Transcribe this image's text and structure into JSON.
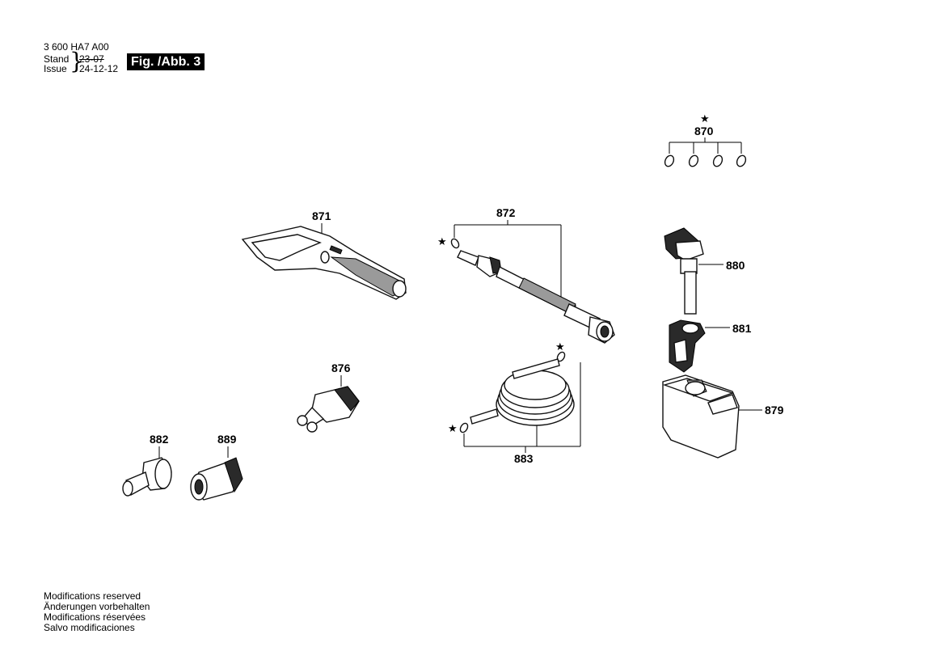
{
  "header": {
    "doc_number": "3 600 HA7 A00",
    "stand_label": "Stand",
    "issue_label": "Issue",
    "stand_date": "23-07",
    "issue_date": "24-12-12",
    "figure_tag": "Fig. /Abb. 3"
  },
  "parts": {
    "p870": "870",
    "p871": "871",
    "p872": "872",
    "p876": "876",
    "p880": "880",
    "p881": "881",
    "p879": "879",
    "p883": "883",
    "p882": "882",
    "p889": "889"
  },
  "marker": "★",
  "footer": {
    "line1": "Modifications reserved",
    "line2": "Änderungen vorbehalten",
    "line3": "Modifications réservées",
    "line4": "Salvo modificaciones"
  }
}
